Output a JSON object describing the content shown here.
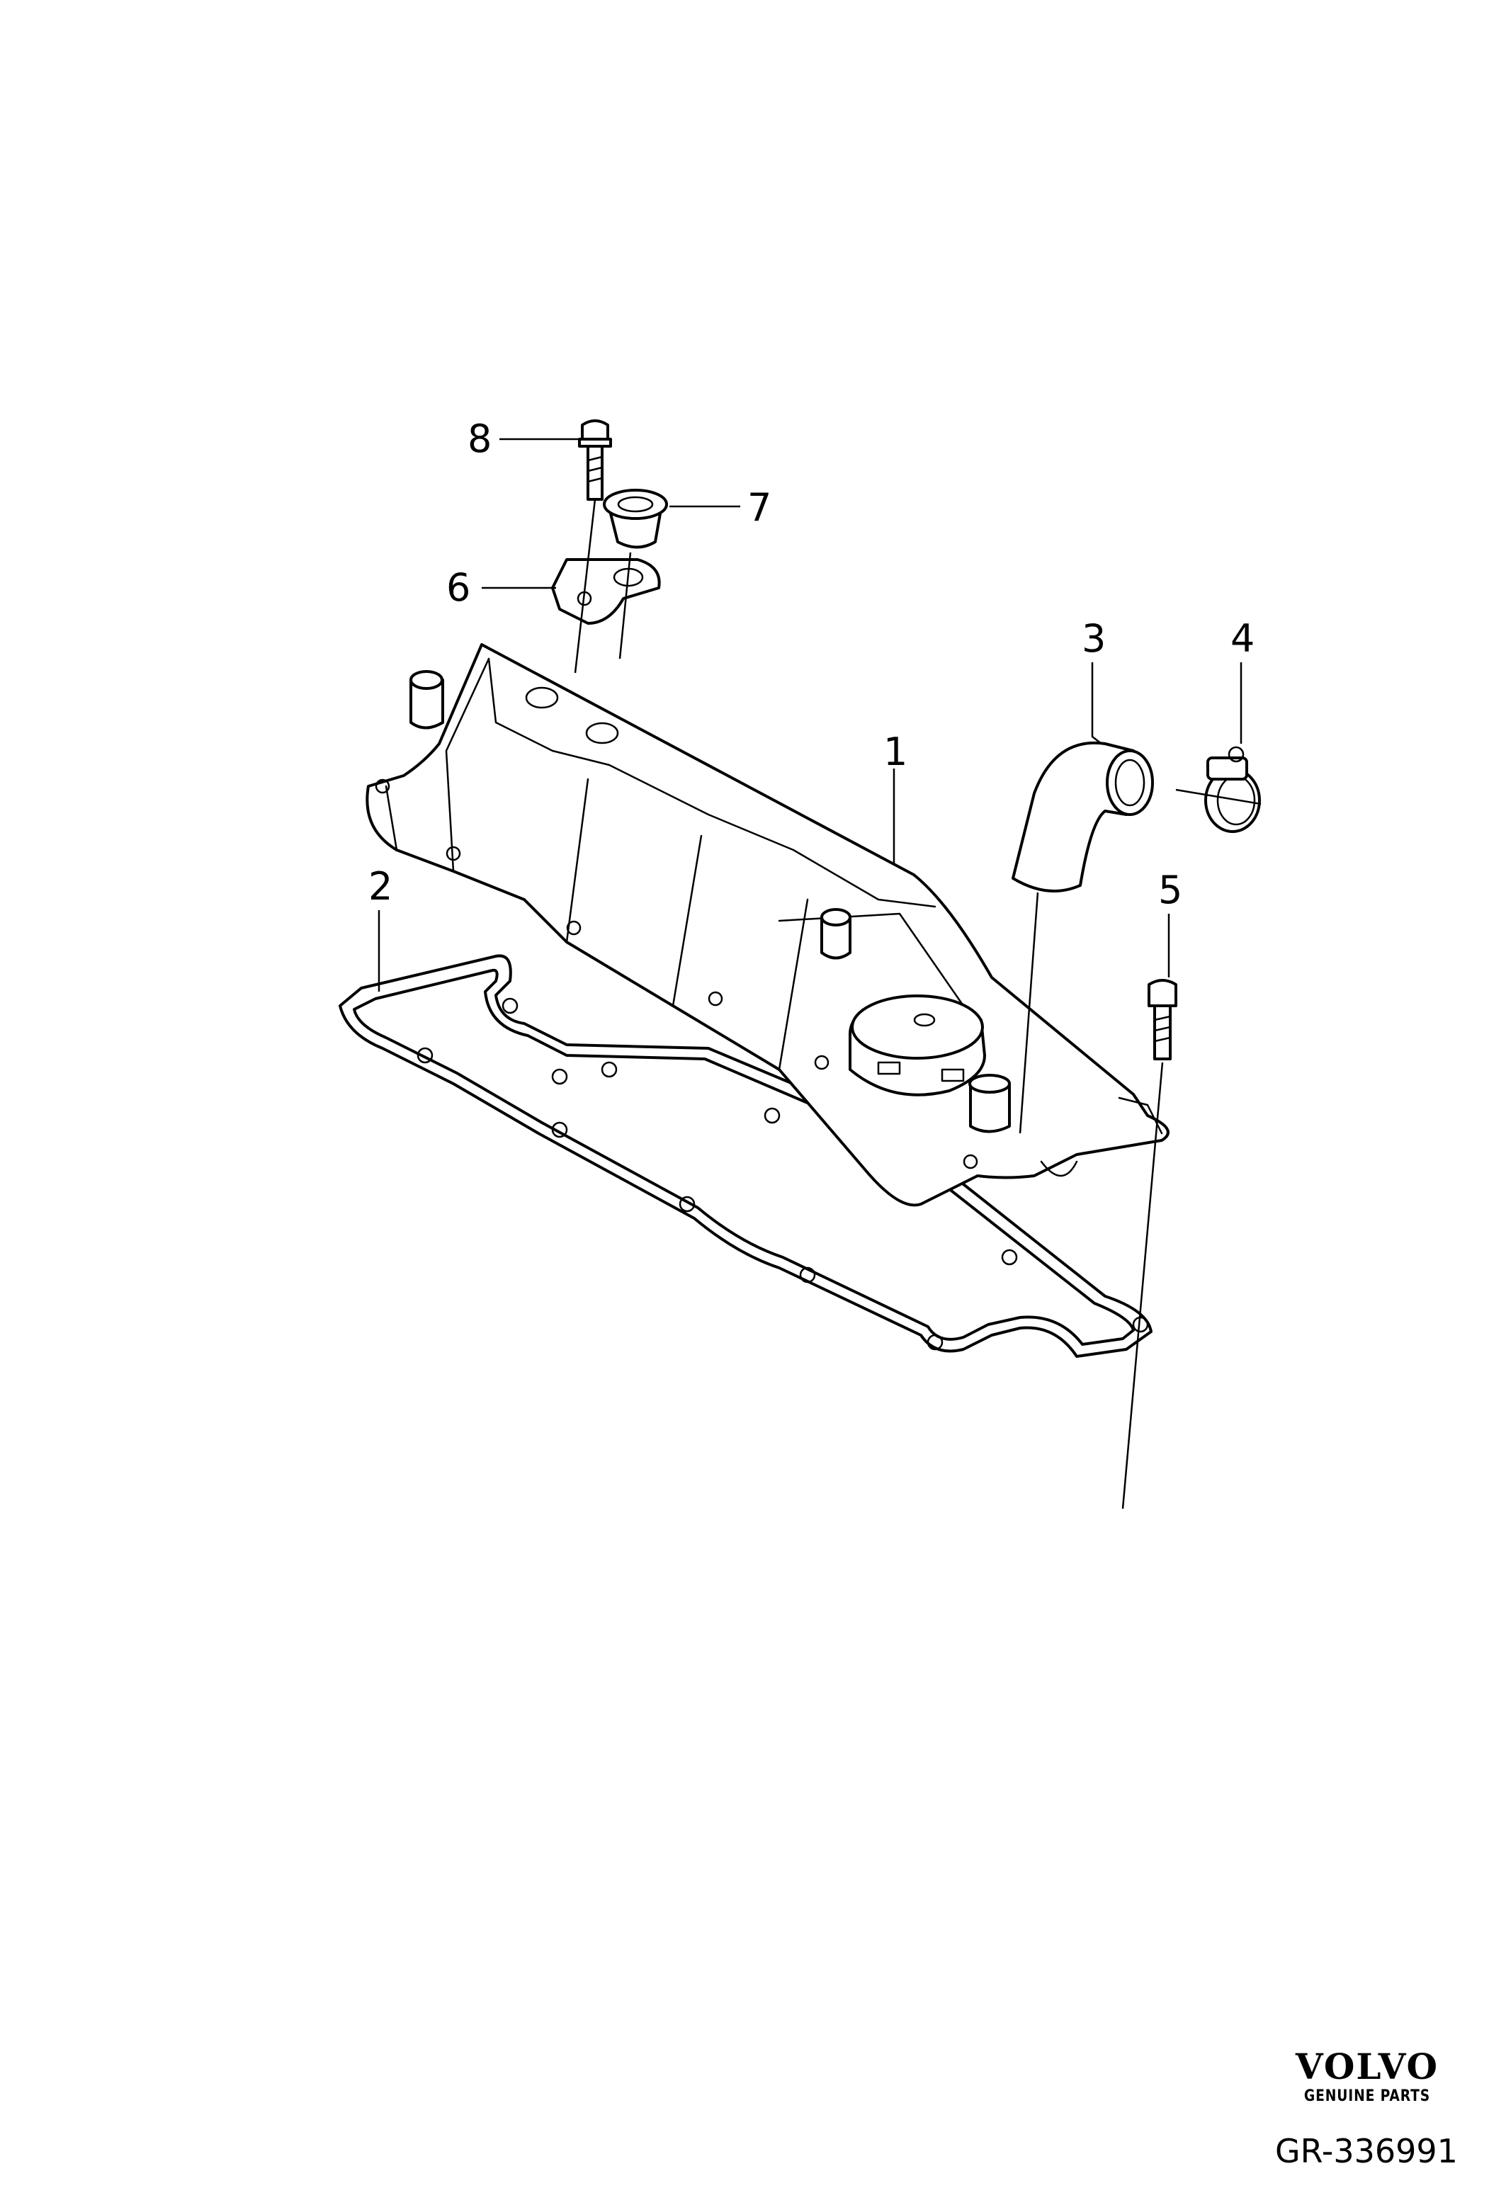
{
  "callouts": [
    {
      "number": "1",
      "part": "valve-cover"
    },
    {
      "number": "2",
      "part": "valve-cover-gasket"
    },
    {
      "number": "3",
      "part": "breather-hose"
    },
    {
      "number": "4",
      "part": "hose-clamp"
    },
    {
      "number": "5",
      "part": "cover-bolt"
    },
    {
      "number": "6",
      "part": "bracket"
    },
    {
      "number": "7",
      "part": "grommet"
    },
    {
      "number": "8",
      "part": "flange-bolt"
    }
  ],
  "brand": {
    "logo_text": "VOLVO",
    "tagline": "GENUINE PARTS"
  },
  "figure_reference": "GR-336991"
}
